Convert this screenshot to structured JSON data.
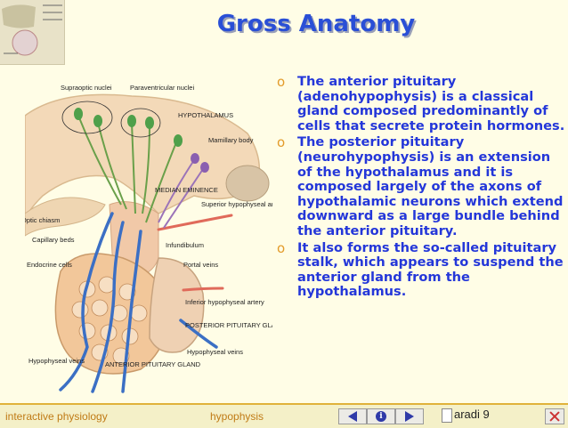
{
  "slide": {
    "title": "Gross Anatomy",
    "bullets": [
      "The anterior pituitary (adenohypophysis) is a classical gland composed predominantly of cells that secrete protein hormones.",
      "The posterior pituitary (neurohypophysis) is an extension of the hypothalamus and  it is composed largely of the axons of hypothalamic neurons which extend downward as a large bundle behind the anterior pituitary.",
      "It also forms the so-called pituitary stalk, which appears to suspend the anterior gland from the hypothalamus."
    ],
    "bullet_marker": "o"
  },
  "diagram": {
    "labels": {
      "supraoptic": "Supraoptic nuclei",
      "paraventricular": "Paraventricular nuclei",
      "hypothalamus": "HYPOTHALAMUS",
      "mamillary": "Mamillary body",
      "median_eminence": "MEDIAN EMINENCE",
      "superior_artery": "Superior hypophyseal artery",
      "optic_chiasm": "Optic chiasm",
      "capillary_beds": "Capillary beds",
      "infundibulum": "Infundibulum",
      "endocrine_cells": "Endocrine cells",
      "portal_veins": "Portal veins",
      "inferior_artery": "Inferior hypophyseal artery",
      "posterior_gland": "POSTERIOR PITUITARY GLAND",
      "hypophyseal_veins_right": "Hypophyseal veins",
      "hypophyseal_veins_left": "Hypophyseal veins",
      "anterior_gland": "ANTERIOR PITUITARY GLAND"
    }
  },
  "footer": {
    "left": "interactive physiology",
    "middle": "hypophysis",
    "page_credit": "aradi  9",
    "info_glyph": "i"
  },
  "colors": {
    "title": "#2a4fd6",
    "bullet_text": "#2437d9",
    "bullet_marker": "#e39b2a",
    "footer_text": "#c07b16",
    "background": "#fffde6"
  }
}
